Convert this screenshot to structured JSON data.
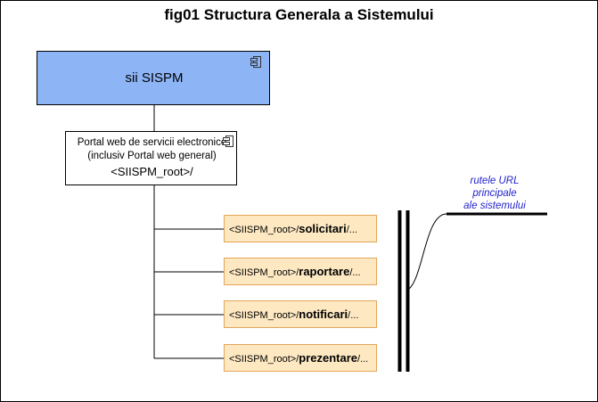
{
  "title": "fig01 Structura Generala a Sistemului",
  "system_box": {
    "label": "sii SISPM",
    "icon": "component-icon",
    "color": "#8db4f5"
  },
  "portal_box": {
    "line1": "Portal web de servicii electronice",
    "line2": "(inclusiv Portal web general)",
    "root_label": "<SIISPM_root>/",
    "icon": "component-icon"
  },
  "routes": [
    {
      "prefix": "<SIISPM_root>/",
      "segment": "solicitari",
      "suffix": "/..."
    },
    {
      "prefix": "<SIISPM_root>/",
      "segment": "raportare",
      "suffix": "/..."
    },
    {
      "prefix": "<SIISPM_root>/",
      "segment": "notificari",
      "suffix": "/..."
    },
    {
      "prefix": "<SIISPM_root>/",
      "segment": "prezentare",
      "suffix": "/..."
    }
  ],
  "note": {
    "line1": "rutele URL",
    "line2": "principale",
    "line3": "ale sistemului"
  },
  "colors": {
    "route_fill": "#fde8c2",
    "route_border": "#e3a558",
    "note_text": "#2222cc"
  }
}
